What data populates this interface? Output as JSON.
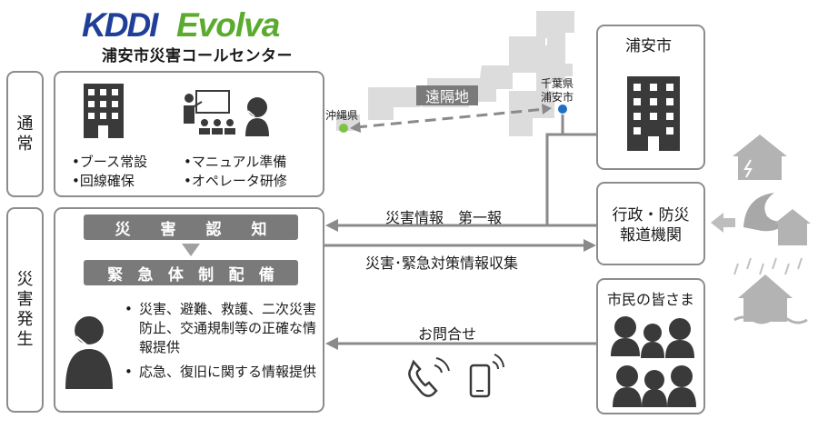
{
  "logo": {
    "brand_text": "KDDI Evolva",
    "subtitle": "浦安市災害コールセンター"
  },
  "rows": {
    "normal_label": "通常",
    "disaster_label": "災害発生"
  },
  "normal_box": {
    "bullets_left": [
      "•ブース常設",
      "•回線確保"
    ],
    "bullets_right": [
      "•マニュアル準備",
      "•オペレータ研修"
    ]
  },
  "disaster_box": {
    "step1": "災害認知",
    "step2": "緊急体制配備",
    "bullets": [
      "災害、避難、救護、二次災害防止、交通規制等の正確な情報提供",
      "応急、復旧に関する情報提供"
    ]
  },
  "map": {
    "remote_label": "遠隔地",
    "okinawa": "沖縄県",
    "chiba_line1": "千葉県",
    "chiba_line2": "浦安市"
  },
  "right_boxes": {
    "urayasu": "浦安市",
    "agency_line1": "行政・防災",
    "agency_line2": "報道機関",
    "citizens": "市民の皆さま"
  },
  "flows": {
    "first_report": "災害情報　第一報",
    "collection": "災害･緊急対策情報収集",
    "inquiry": "お問合せ"
  },
  "colors": {
    "brand_blue": "#1f3f99",
    "brand_green": "#5aab2e",
    "border_gray": "#8c8c8c",
    "arrow_gray": "#8a8a8a",
    "bar_gray": "#7a7a7a",
    "map_gray": "#dcdcdc",
    "urayasu_dot": "#1f6fc4",
    "okinawa_dot": "#7cc243"
  },
  "icons": [
    "office-building-icon",
    "presentation-trainer-icon",
    "operator-headset-icon",
    "city-hall-building-icon",
    "flood-house-icon",
    "tsunami-house-icon",
    "rain-house-icon",
    "phone-ringing-icon",
    "smartphone-icon",
    "citizens-group-icon"
  ]
}
